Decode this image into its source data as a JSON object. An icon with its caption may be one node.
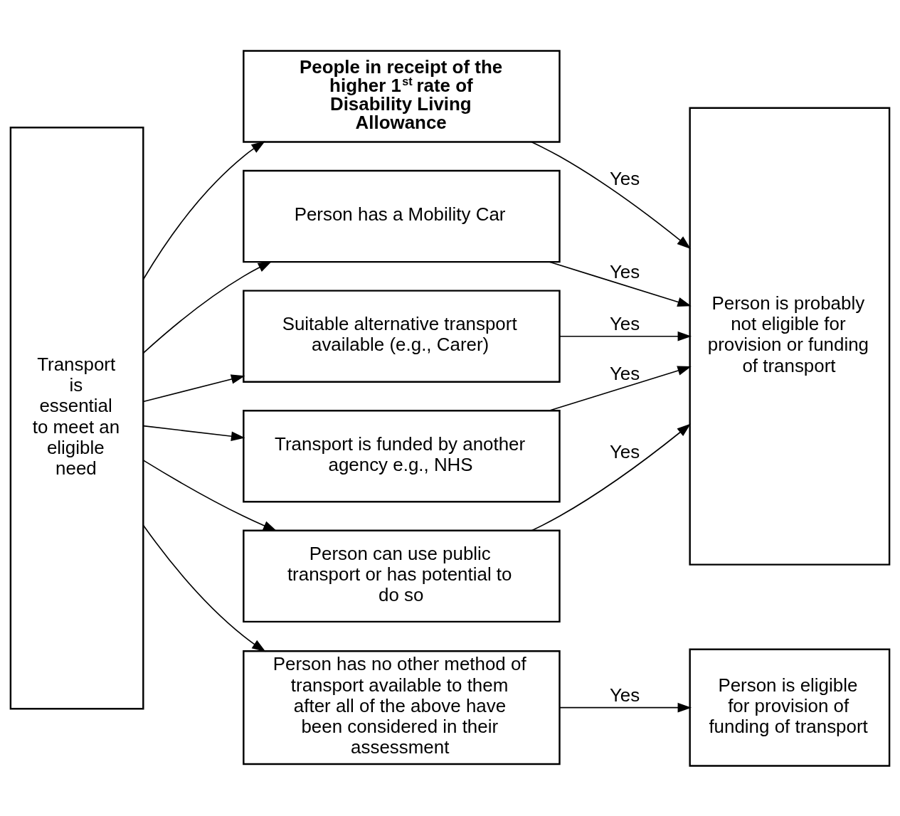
{
  "diagram": {
    "nodes": [
      {
        "text": [
          "Transport is essential to meet an eligible need"
        ]
      },
      {
        "text": [
          "People in receipt of the higher 1$^{st}$ rate of Disability Living Allowance"
        ]
      },
      {
        "text": [
          "Person has a Mobility Car"
        ]
      },
      {
        "text": [
          "Suitable alternative transport available (e.g., Carer)"
        ]
      },
      {
        "text": [
          "Transport is funded by another agency e.g., NHS"
        ]
      },
      {
        "text": [
          "Person can use public transport or has potential to do so"
        ]
      },
      {
        "text": [
          "Person has no other method of transport available to them after all of the above have been considered in their assessment"
        ]
      },
      {
        "text": [
          "Person is probably not eligible for provision or funding of transport"
        ]
      },
      {
        "text": [
          "Person is eligible for provision of funding of transport"
        ]
      }
    ],
    "edges": [
      {
        "from": 0,
        "to": 1,
        "arrow": "to"
      },
      {
        "from": 0,
        "to": 2,
        "arrow": "to"
      },
      {
        "from": 0,
        "to": 3,
        "arrow": "to"
      },
      {
        "from": 0,
        "to": 4,
        "arrow": "to"
      },
      {
        "from": 0,
        "to": 5,
        "arrow": "to"
      },
      {
        "from": 0,
        "to": 6,
        "arrow": "to"
      },
      {
        "from": 1,
        "to": 7,
        "label": "Yes",
        "arrow": "to"
      },
      {
        "from": 2,
        "to": 7,
        "label": "Yes",
        "arrow": "to"
      },
      {
        "from": 3,
        "to": 7,
        "label": "Yes",
        "arrow": "to"
      },
      {
        "from": 4,
        "to": 7,
        "label": "Yes",
        "arrow": "to"
      },
      {
        "from": 5,
        "to": 7,
        "label": "Yes",
        "arrow": "to"
      },
      {
        "from": 6,
        "to": 8,
        "label": "Yes",
        "arrow": "to"
      }
    ]
  }
}
